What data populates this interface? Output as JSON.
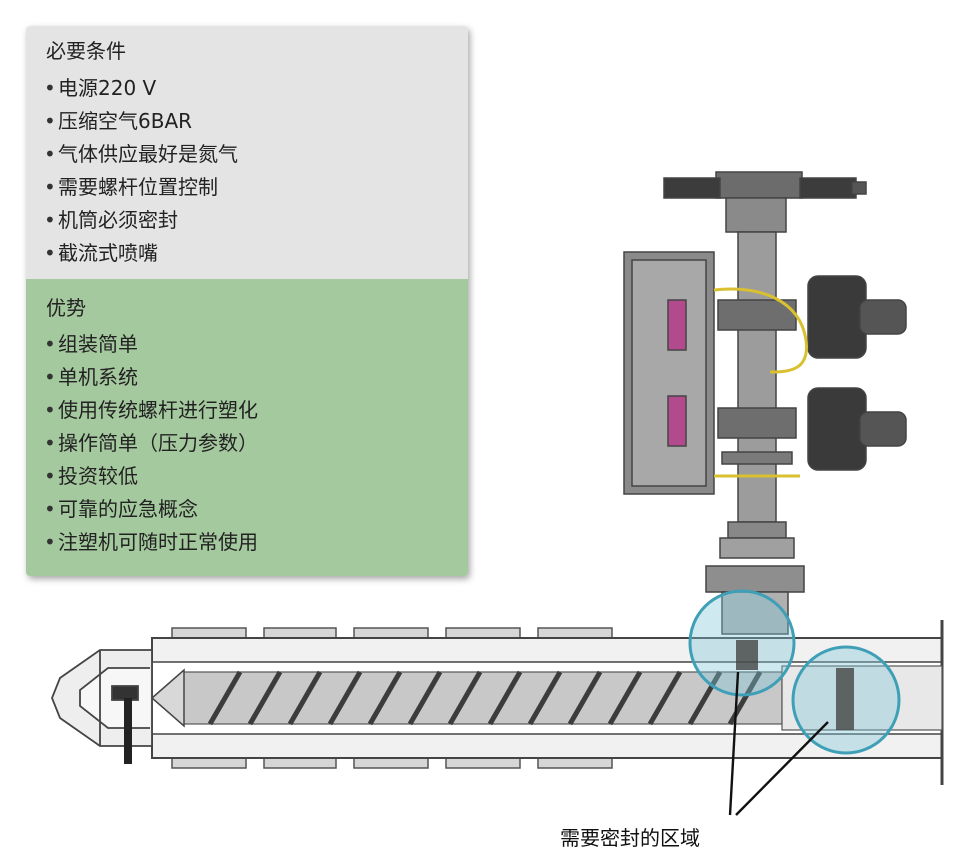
{
  "requirements": {
    "title": "必要条件",
    "items": [
      "电源220 V",
      "压缩空气6BAR",
      "气体供应最好是氮气",
      "需要螺杆位置控制",
      "机筒必须密封",
      "截流式喷嘴"
    ]
  },
  "advantages": {
    "title": "优势",
    "items": [
      "组装简单",
      "单机系统",
      "使用传统螺杆进行塑化",
      "操作简单（压力参数）",
      "投资较低",
      "可靠的应急概念",
      "注塑机可随时正常使用"
    ]
  },
  "callout": {
    "label": "需要密封的区域"
  },
  "colors": {
    "requirements_bg": "#e4e4e4",
    "advantages_bg": "#a5c99e",
    "highlight": "#7fc6d8"
  }
}
